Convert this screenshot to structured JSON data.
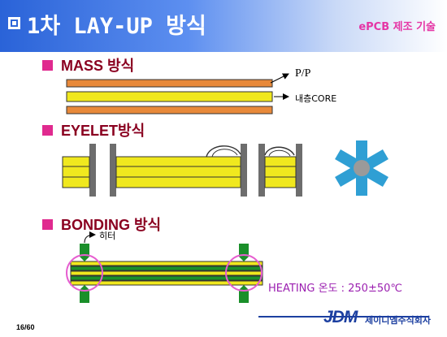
{
  "title": "1차 LAY-UP 방식",
  "brand_tag": "ePCB 제조 기술",
  "sections": {
    "mass": "MASS 방식",
    "eyelet": "EYELET방식",
    "bonding": "BONDING 방식"
  },
  "labels": {
    "prepreg": "P/P",
    "inner_core": "내층CORE",
    "heater": "히터",
    "heating": "HEATING 온도 : 250±50℃"
  },
  "footer": {
    "page": "16/60",
    "logo": "JDM",
    "company": "제이디엠주식회사"
  },
  "colors": {
    "prepreg": "#e8893a",
    "core": "#f0e81e",
    "heater": "#1a8f2a",
    "eyelet_pin": "#6d6d6d",
    "star": "#2f9fd4",
    "highlight": "#e65fd0"
  }
}
